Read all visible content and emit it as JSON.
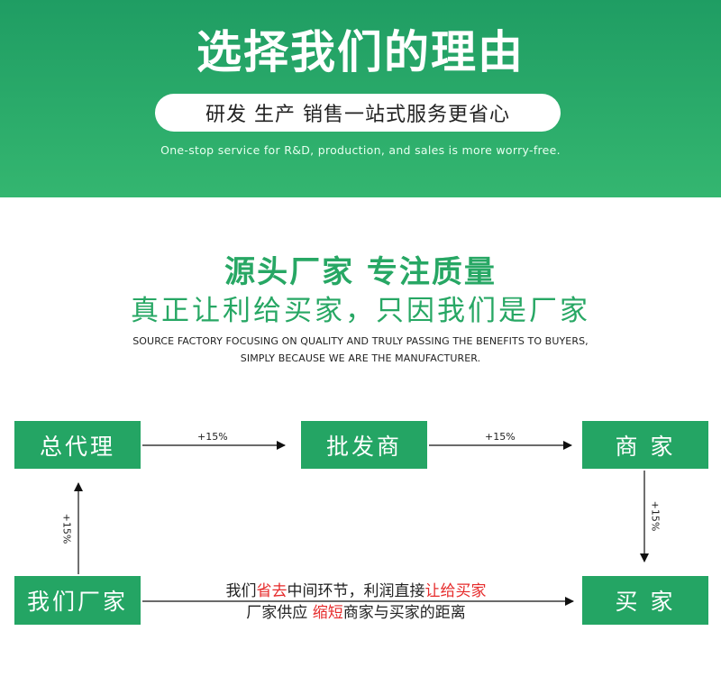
{
  "banner": {
    "title": "选择我们的理由",
    "pill": "研发 生产 销售一站式服务更省心",
    "subtitle": "One-stop service for R&D, production, and sales is more worry-free."
  },
  "intro": {
    "headline1": "源头厂家 专注质量",
    "headline2": "真正让利给买家，只因我们是厂家",
    "english_line1": "SOURCE FACTORY FOCUSING ON QUALITY AND TRULY PASSING THE BENEFITS TO BUYERS,",
    "english_line2": "SIMPLY BECAUSE WE ARE THE MANUFACTURER."
  },
  "flow": {
    "general_agent": "总代理",
    "wholesaler": "批发商",
    "merchant": "商 家",
    "factory": "我们厂家",
    "buyer": "买 家",
    "markup_1": "+15%",
    "markup_2": "+15%",
    "markup_3": "+15%",
    "markup_4": "+15%"
  },
  "note": {
    "line1_part1": "我们",
    "line1_red1": "省去",
    "line1_part2": "中间环节，利润直接",
    "line1_red2": "让给买家",
    "line2_part1": "厂家供应 ",
    "line2_red": "缩短",
    "line2_part2": "商家与买家的距离"
  },
  "colors": {
    "brand_green": "#24a564",
    "highlight_red": "#e62b2b"
  }
}
